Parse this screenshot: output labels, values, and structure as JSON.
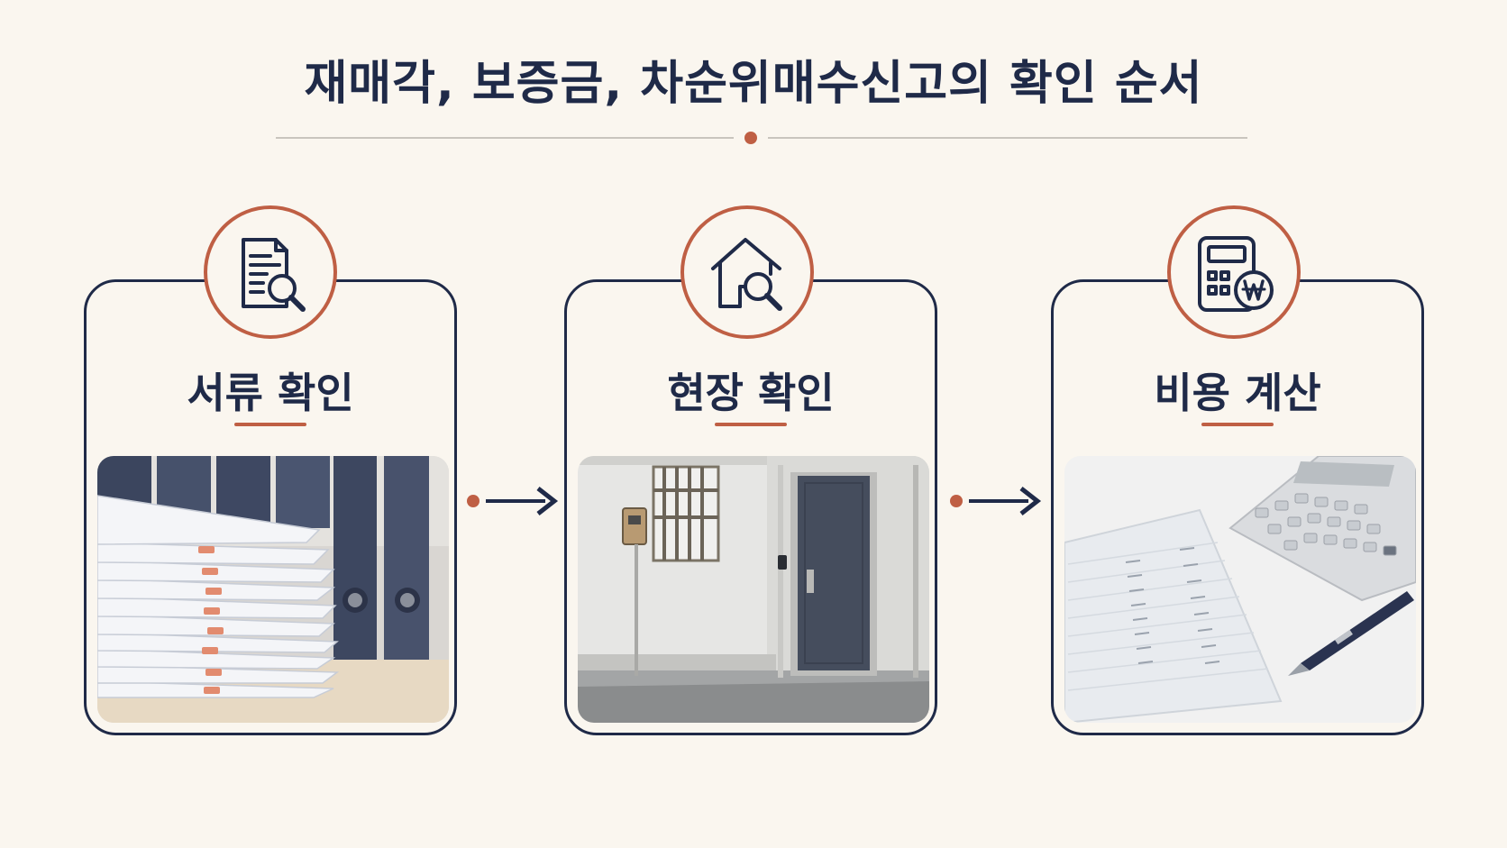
{
  "title": "재매각, 보증금, 차순위매수신고의 확인 순서",
  "colors": {
    "navy": "#1f2a48",
    "accent": "#bf5f44",
    "background": "#faf6ef"
  },
  "steps": [
    {
      "label": "서류 확인",
      "icon": "document-search-icon",
      "image": "stacked-documents-photo"
    },
    {
      "label": "현장 확인",
      "icon": "house-search-icon",
      "image": "building-entrance-photo"
    },
    {
      "label": "비용 계산",
      "icon": "calculator-won-icon",
      "image": "calculator-ledger-photo"
    }
  ]
}
